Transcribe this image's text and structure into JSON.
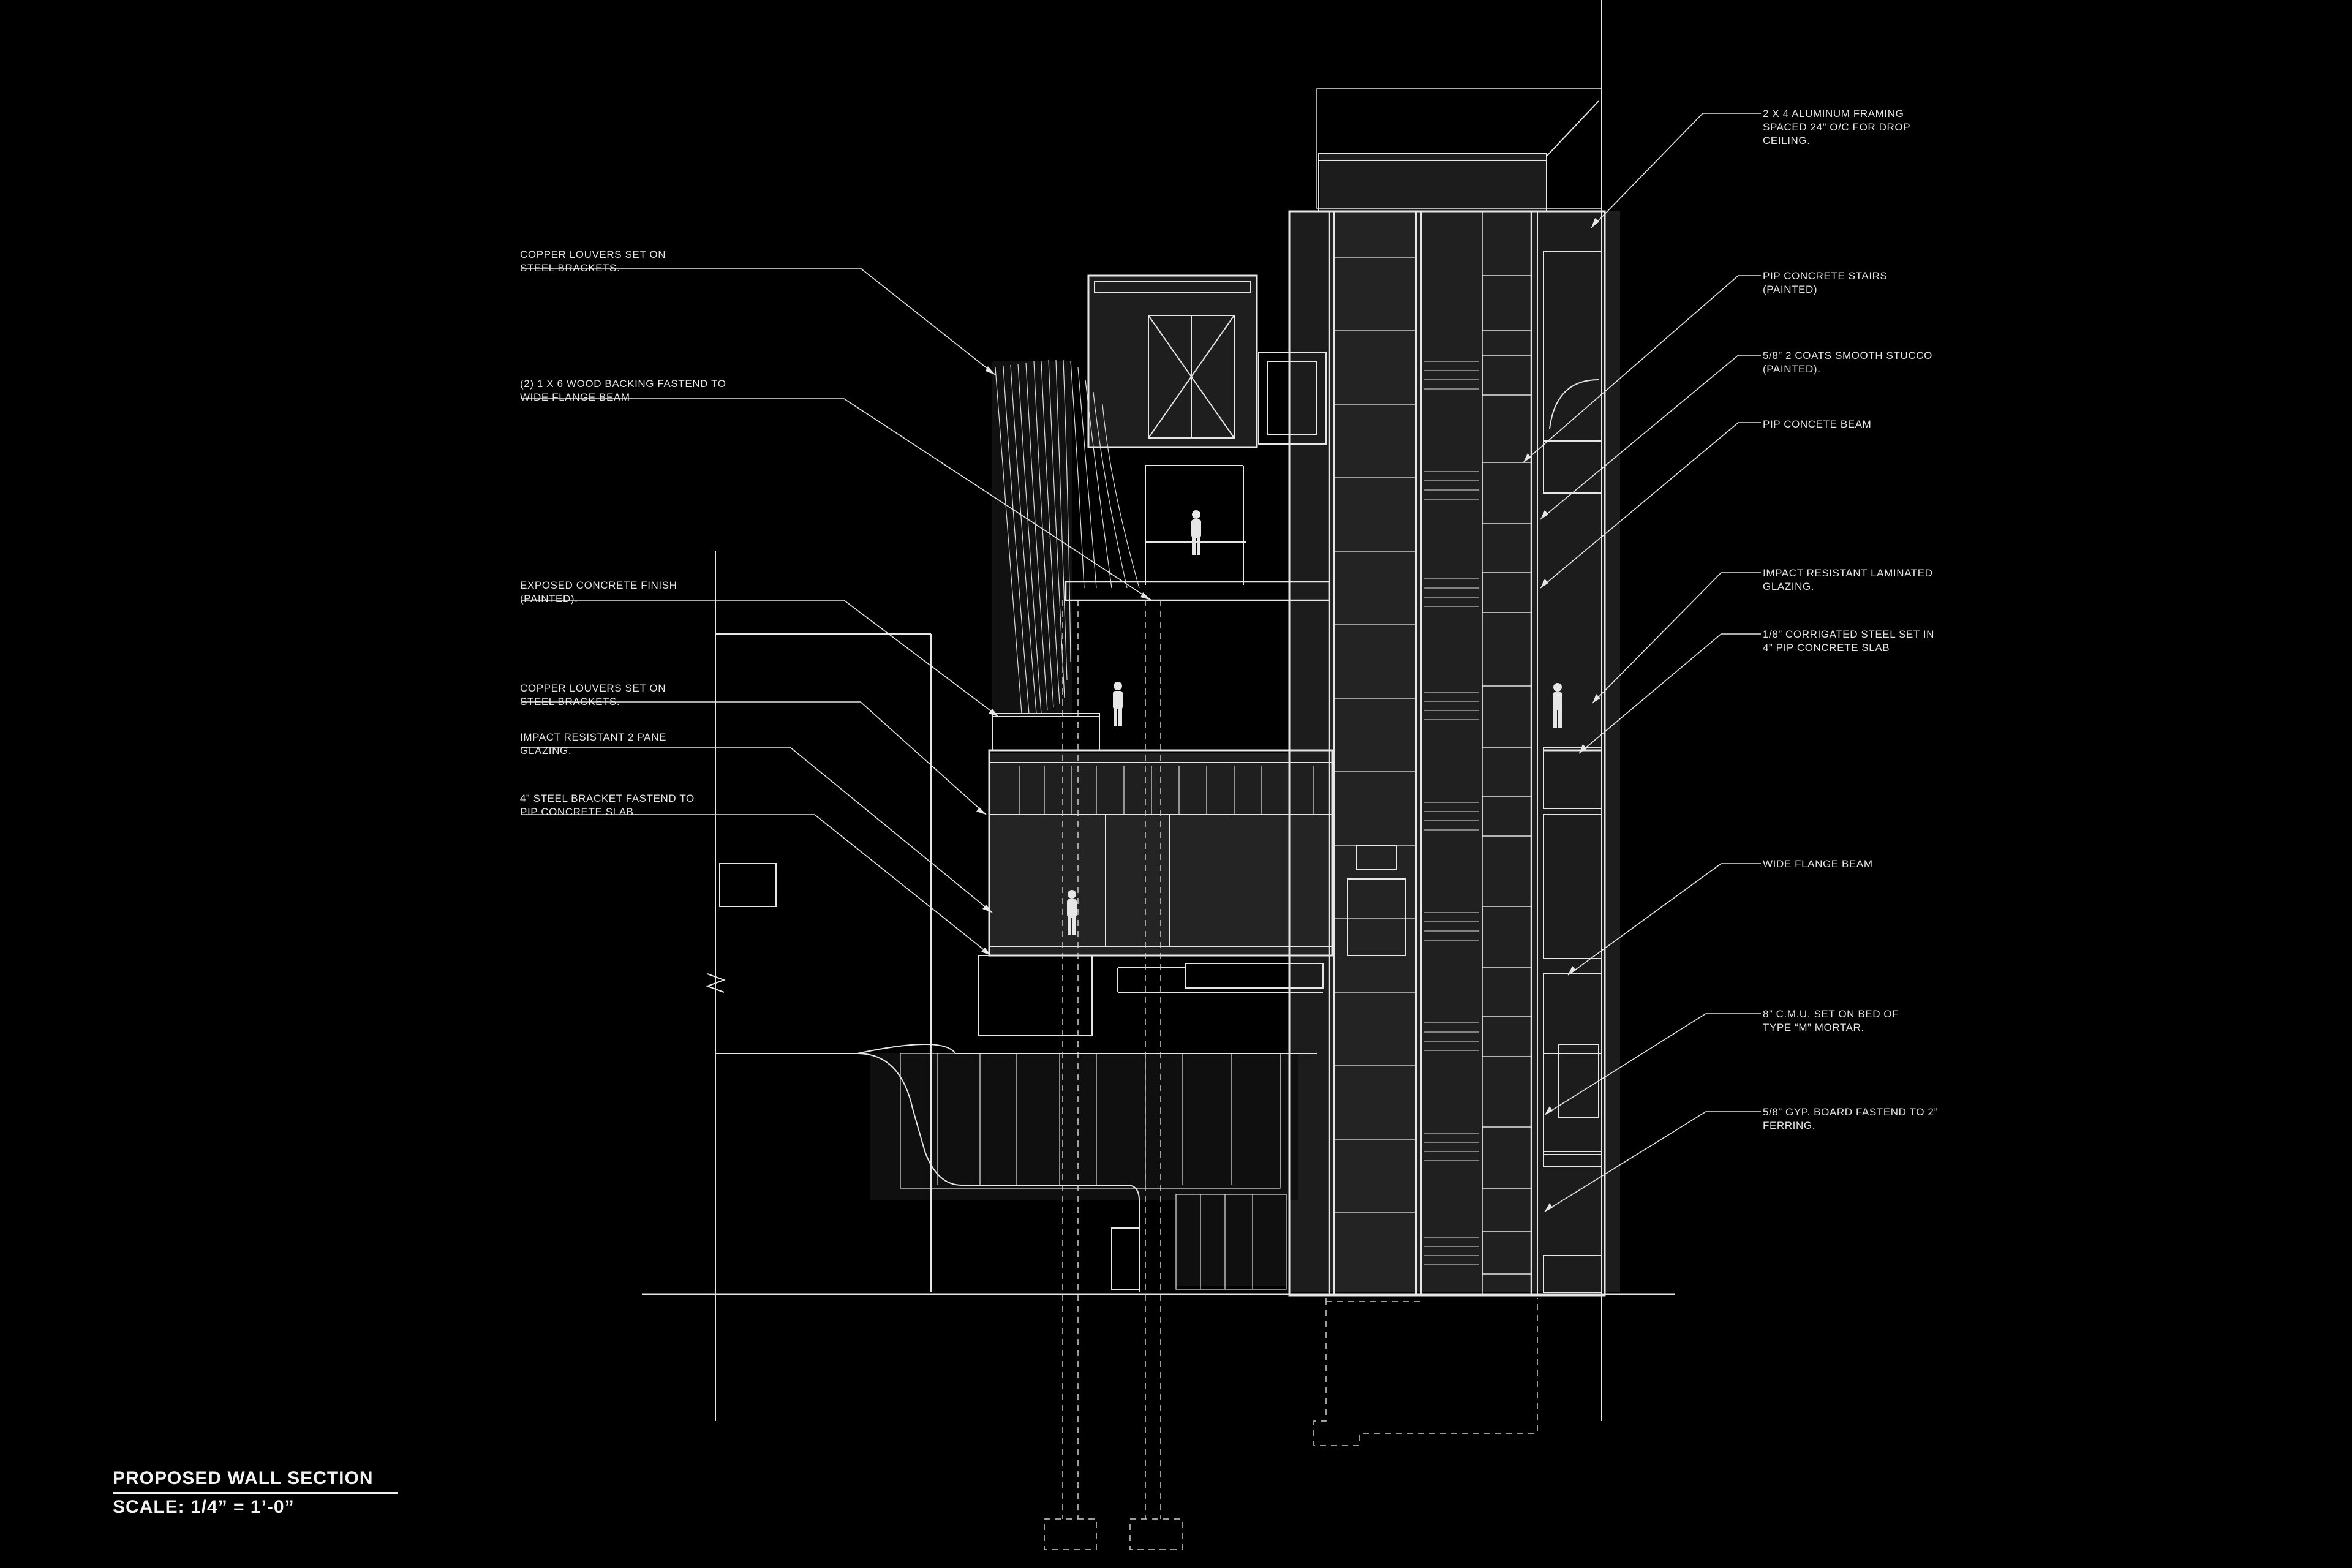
{
  "drawing": {
    "title": "PROPOSED WALL SECTION",
    "scale": "SCALE: 1/4” = 1’-0”"
  },
  "notes_left": [
    {
      "line1": "COPPER LOUVERS SET ON",
      "line2": "STEEL BRACKETS."
    },
    {
      "line1": "(2) 1 x 6 WOOD BACKING FASTEND TO",
      "line2": "WIDE FLANGE BEAM"
    },
    {
      "line1": "EXPOSED CONCRETE FINISH",
      "line2": "(PAINTED)."
    },
    {
      "line1": "COPPER LOUVERS SET ON",
      "line2": "STEEL BRACKETS."
    },
    {
      "line1": "IMPACT RESISTANT 2 PANE",
      "line2": "GLAZING."
    },
    {
      "line1": "4” STEEL BRACKET FASTEND TO",
      "line2": "PIP CONCRETE SLAB."
    }
  ],
  "notes_right": [
    {
      "line1": "2 x 4 ALUMINUM FRAMING",
      "line2": "SPACED 24” O/C FOR DROP",
      "line3": "CEILING."
    },
    {
      "line1": "PIP CONCRETE STAIRS",
      "line2": "(PAINTED)",
      "line3": ""
    },
    {
      "line1": "5/8” 2 COATS SMOOTH STUCCO",
      "line2": "(PAINTED).",
      "line3": ""
    },
    {
      "line1": "PIP CONCETE BEAM",
      "line2": "",
      "line3": ""
    },
    {
      "line1": "IMPACT RESISTANT LAMINATED",
      "line2": "GLAZING.",
      "line3": ""
    },
    {
      "line1": "1/8” CORRIGATED STEEL SET IN",
      "line2": "4” PIP CONCRETE SLAB",
      "line3": ""
    },
    {
      "line1": "WIDE FLANGE BEAM",
      "line2": "",
      "line3": ""
    },
    {
      "line1": "8” C.M.U. SET ON BED OF",
      "line2": "TYPE “M” MORTAR.",
      "line3": ""
    },
    {
      "line1": "5/8” GYP. BOARD FASTEND TO 2”",
      "line2": "FERRING.",
      "line3": ""
    }
  ],
  "colors": {
    "background": "#000000",
    "linework": "#e6e6e6",
    "fill_dark": "#1e1e1e",
    "fill_mid": "#2a2a2a"
  }
}
